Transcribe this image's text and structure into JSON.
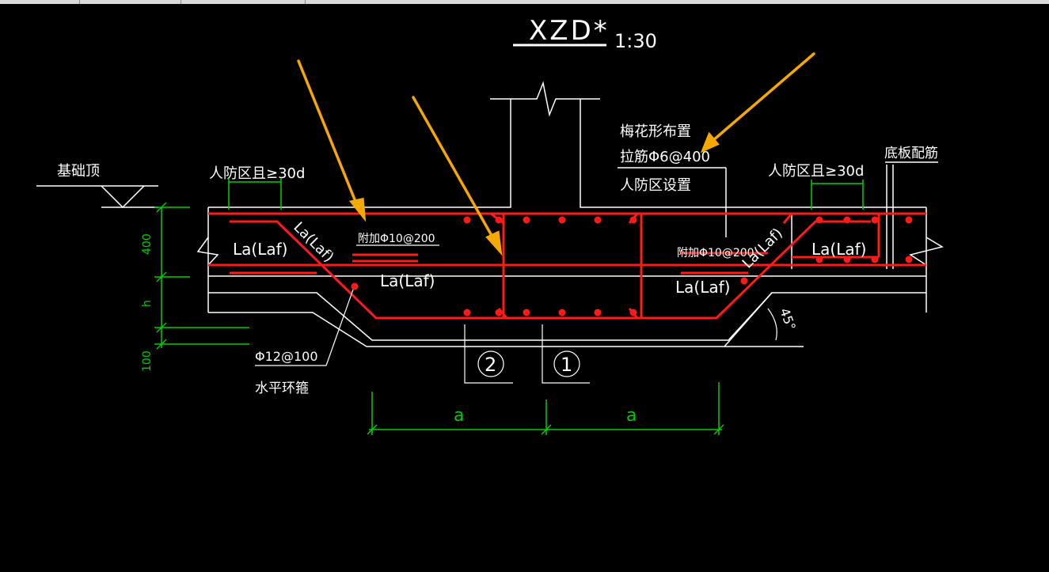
{
  "drawing": {
    "title": "XZD*",
    "scale": "1:30",
    "labels": {
      "foundation_top": "基础顶",
      "civil_defense_left": "人防区且≥30d",
      "civil_defense_right": "人防区且≥30d",
      "quincunx_line1": "梅花形布置",
      "quincunx_line2": "拉筋Φ6@400",
      "civil_defense_set": "人防区设置",
      "slab_reinf": "底板配筋",
      "la1": "La(Laf)",
      "la2": "La(Laf)",
      "la3": "La(Laf)",
      "la4": "La(Laf)",
      "la_diag_left": "La(Laf)",
      "la_diag_right": "La(Laf)",
      "extra_left": "附加Φ10@200",
      "extra_right": "附加Φ10@200",
      "stirrup_spec": "Φ12@100",
      "stirrup_name": "水平环箍",
      "dim_400": "400",
      "dim_h": "h",
      "dim_100": "100",
      "dim_a1": "a",
      "dim_a2": "a",
      "angle": "45°",
      "circle1": "1",
      "circle2": "2"
    }
  },
  "colors": {
    "background": "#000000",
    "lines": "#ffffff",
    "rebar": "#ff1a1a",
    "dimension": "#00d000",
    "arrow": "#f5a800"
  }
}
